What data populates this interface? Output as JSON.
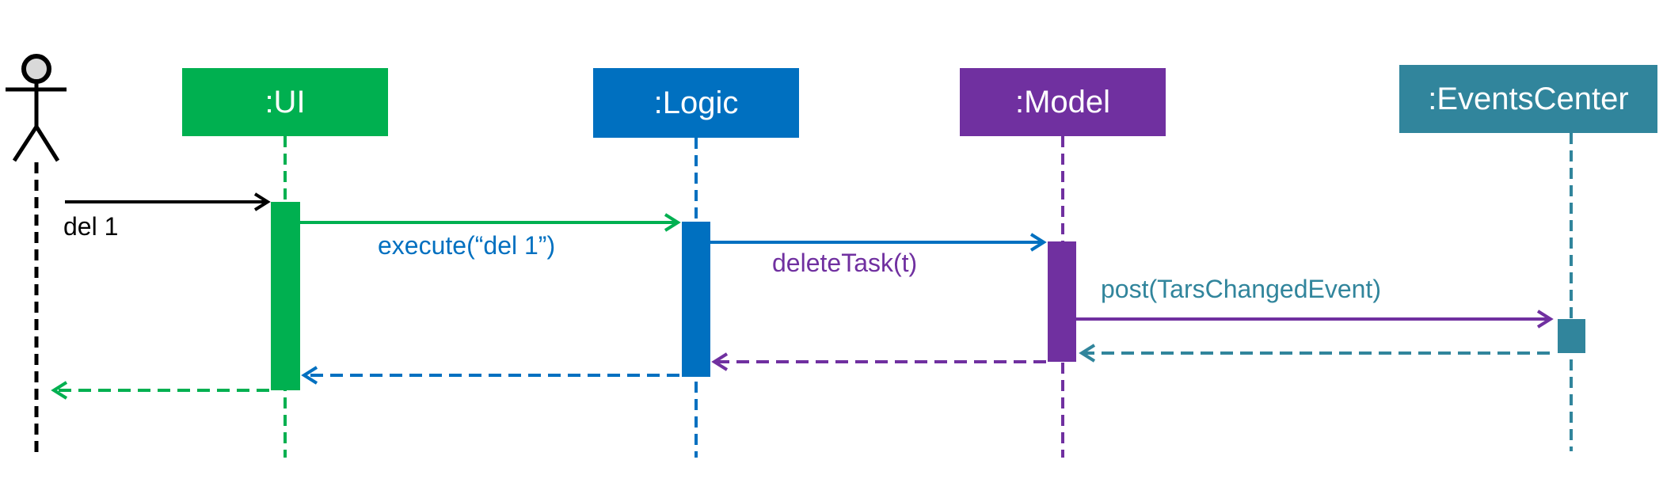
{
  "diagram": {
    "participants": [
      {
        "id": "ui",
        "label": ":UI",
        "color": "#00B050"
      },
      {
        "id": "logic",
        "label": ":Logic",
        "color": "#0070C0"
      },
      {
        "id": "model",
        "label": ":Model",
        "color": "#7030A0"
      },
      {
        "id": "events",
        "label": ":EventsCenter",
        "color": "#31859C"
      }
    ],
    "actor": {
      "color": "#000000",
      "head_fill": "#D9D9D9"
    },
    "messages": [
      {
        "from": "actor",
        "to": "ui",
        "label": "del 1",
        "kind": "call",
        "color": "#000000",
        "label_color": "#000000"
      },
      {
        "from": "ui",
        "to": "logic",
        "label": "execute(“del 1”)",
        "kind": "call",
        "color": "#00B050",
        "label_color": "#0070C0"
      },
      {
        "from": "logic",
        "to": "model",
        "label": "deleteTask(t)",
        "kind": "call",
        "color": "#0070C0",
        "label_color": "#7030A0"
      },
      {
        "from": "model",
        "to": "events",
        "label": "post(TarsChangedEvent)",
        "kind": "call",
        "color": "#7030A0",
        "label_color": "#31859C"
      },
      {
        "from": "events",
        "to": "model",
        "label": "",
        "kind": "return",
        "color": "#31859C"
      },
      {
        "from": "model",
        "to": "logic",
        "label": "",
        "kind": "return",
        "color": "#7030A0"
      },
      {
        "from": "logic",
        "to": "ui",
        "label": "",
        "kind": "return",
        "color": "#0070C0"
      },
      {
        "from": "ui",
        "to": "actor",
        "label": "",
        "kind": "return",
        "color": "#00B050"
      }
    ]
  }
}
